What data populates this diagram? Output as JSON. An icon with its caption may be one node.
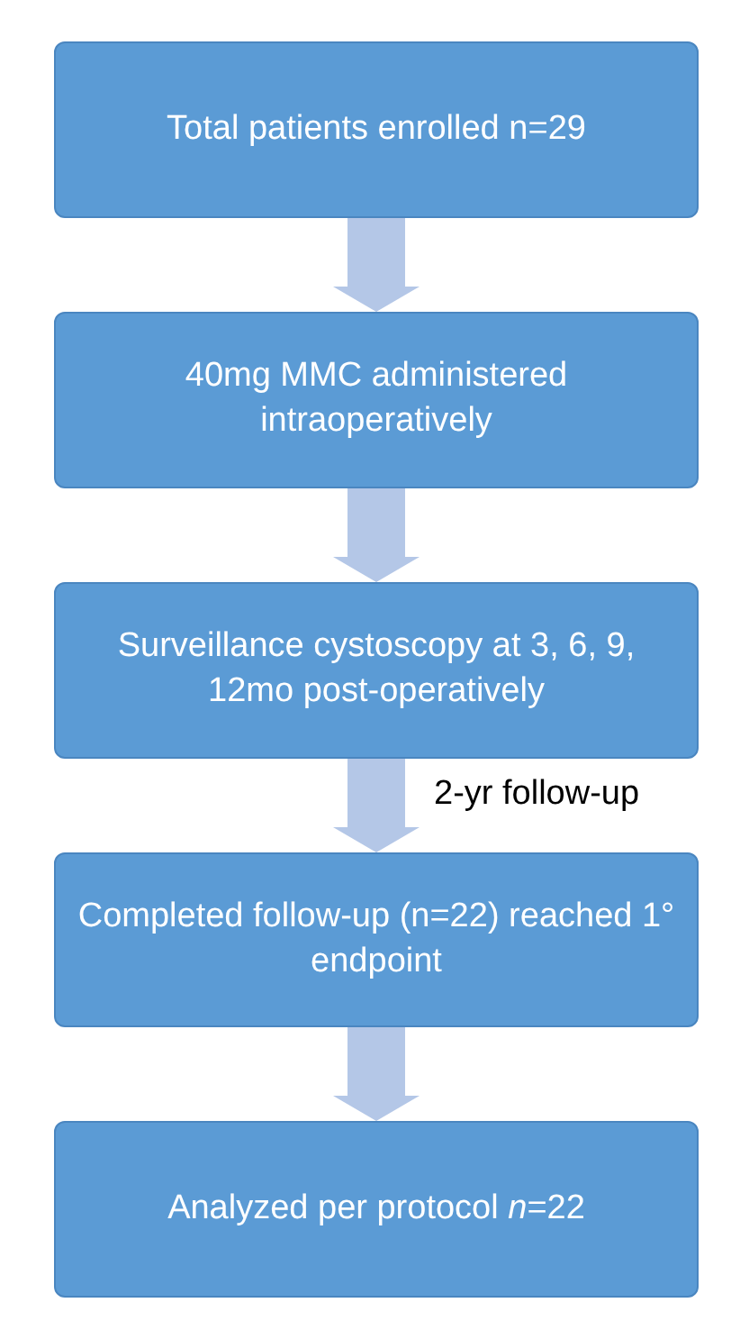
{
  "diagram": {
    "nodes": [
      {
        "text": [
          "Total patients enrolled n=29"
        ]
      },
      {
        "text": [
          "40mg MMC administered intraoperatively"
        ]
      },
      {
        "text": [
          "Surveillance cystoscopy at 3, 6, 9, 12mo post-operatively"
        ]
      },
      {
        "text": [
          "Completed follow-up (n=22) reached 1° endpoint"
        ]
      },
      {
        "text": [
          "Analyzed per protocol *n*=22"
        ]
      }
    ],
    "edges": [
      {
        "from": 0,
        "to": 1,
        "arrow": "to"
      },
      {
        "from": 1,
        "to": 2,
        "arrow": "to"
      },
      {
        "from": 2,
        "to": 3,
        "arrow": "to",
        "label": "2-yr follow-up"
      },
      {
        "from": 3,
        "to": 4,
        "arrow": "to"
      }
    ]
  }
}
